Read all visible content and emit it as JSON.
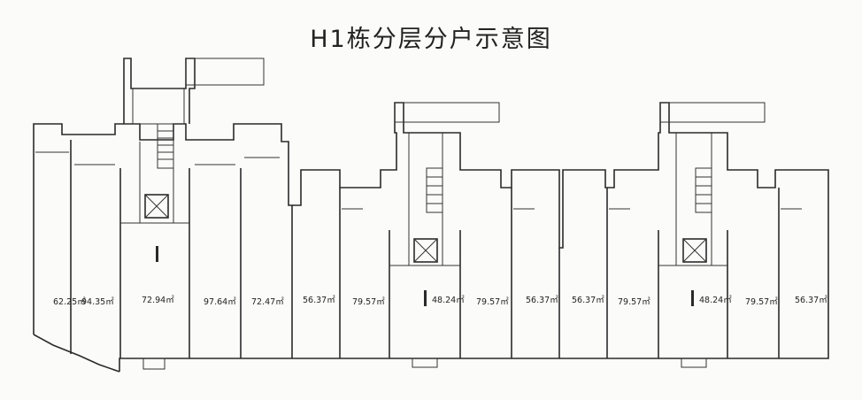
{
  "title": "H1栋分层分户示意图",
  "units": [
    {
      "area": "62.25㎡"
    },
    {
      "area": "94.35㎡"
    },
    {
      "area": "72.94㎡"
    },
    {
      "area": "97.64㎡"
    },
    {
      "area": "72.47㎡"
    },
    {
      "area": "56.37㎡"
    },
    {
      "area": "79.57㎡"
    },
    {
      "area": "48.24㎡"
    },
    {
      "area": "79.57㎡"
    },
    {
      "area": "56.37㎡"
    },
    {
      "area": "56.37㎡"
    },
    {
      "area": "79.57㎡"
    },
    {
      "area": "48.24㎡"
    },
    {
      "area": "79.57㎡"
    },
    {
      "area": "56.37㎡"
    }
  ]
}
